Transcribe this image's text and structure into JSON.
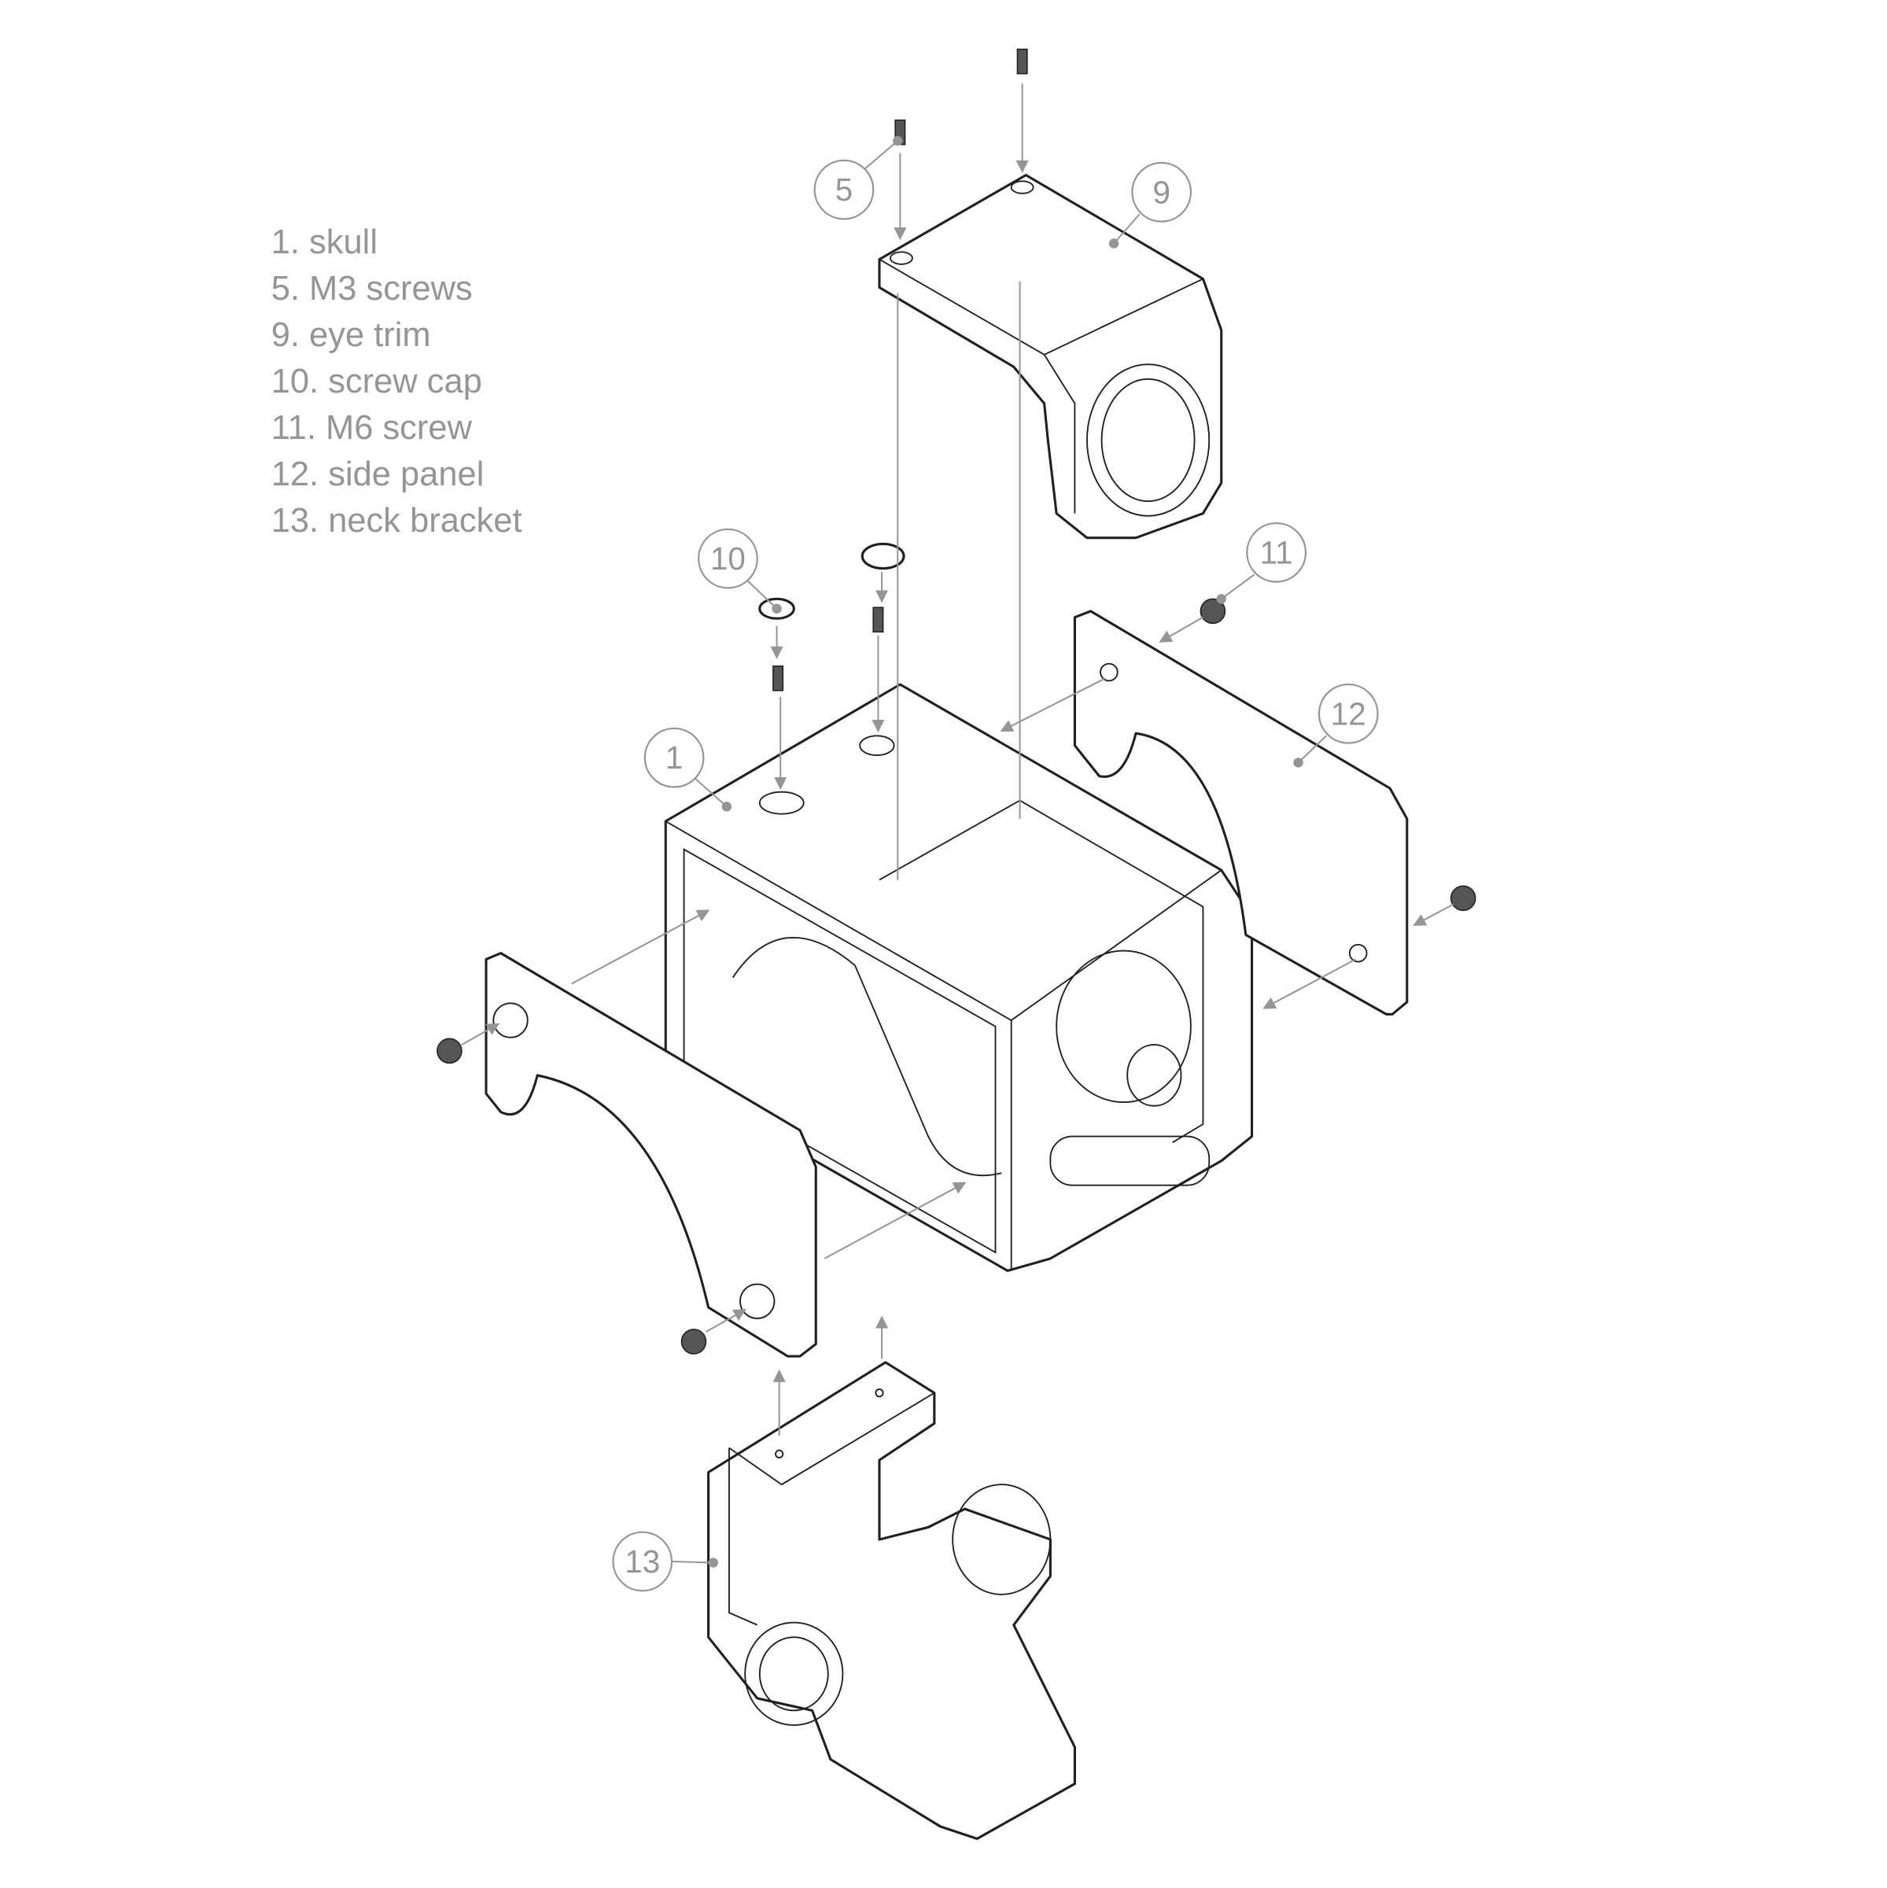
{
  "legend": [
    "1. skull",
    "5. M3 screws",
    "9. eye trim",
    "10.  screw cap",
    "11. M6 screw",
    "12. side panel",
    "13. neck bracket"
  ],
  "callouts": {
    "skull": "1",
    "m3_screws": "5",
    "eye_trim": "9",
    "screw_cap": "10",
    "m6_screw": "11",
    "side_panel": "12",
    "neck_bracket": "13"
  },
  "colors": {
    "line": "#231f20",
    "callout": "#939598"
  }
}
